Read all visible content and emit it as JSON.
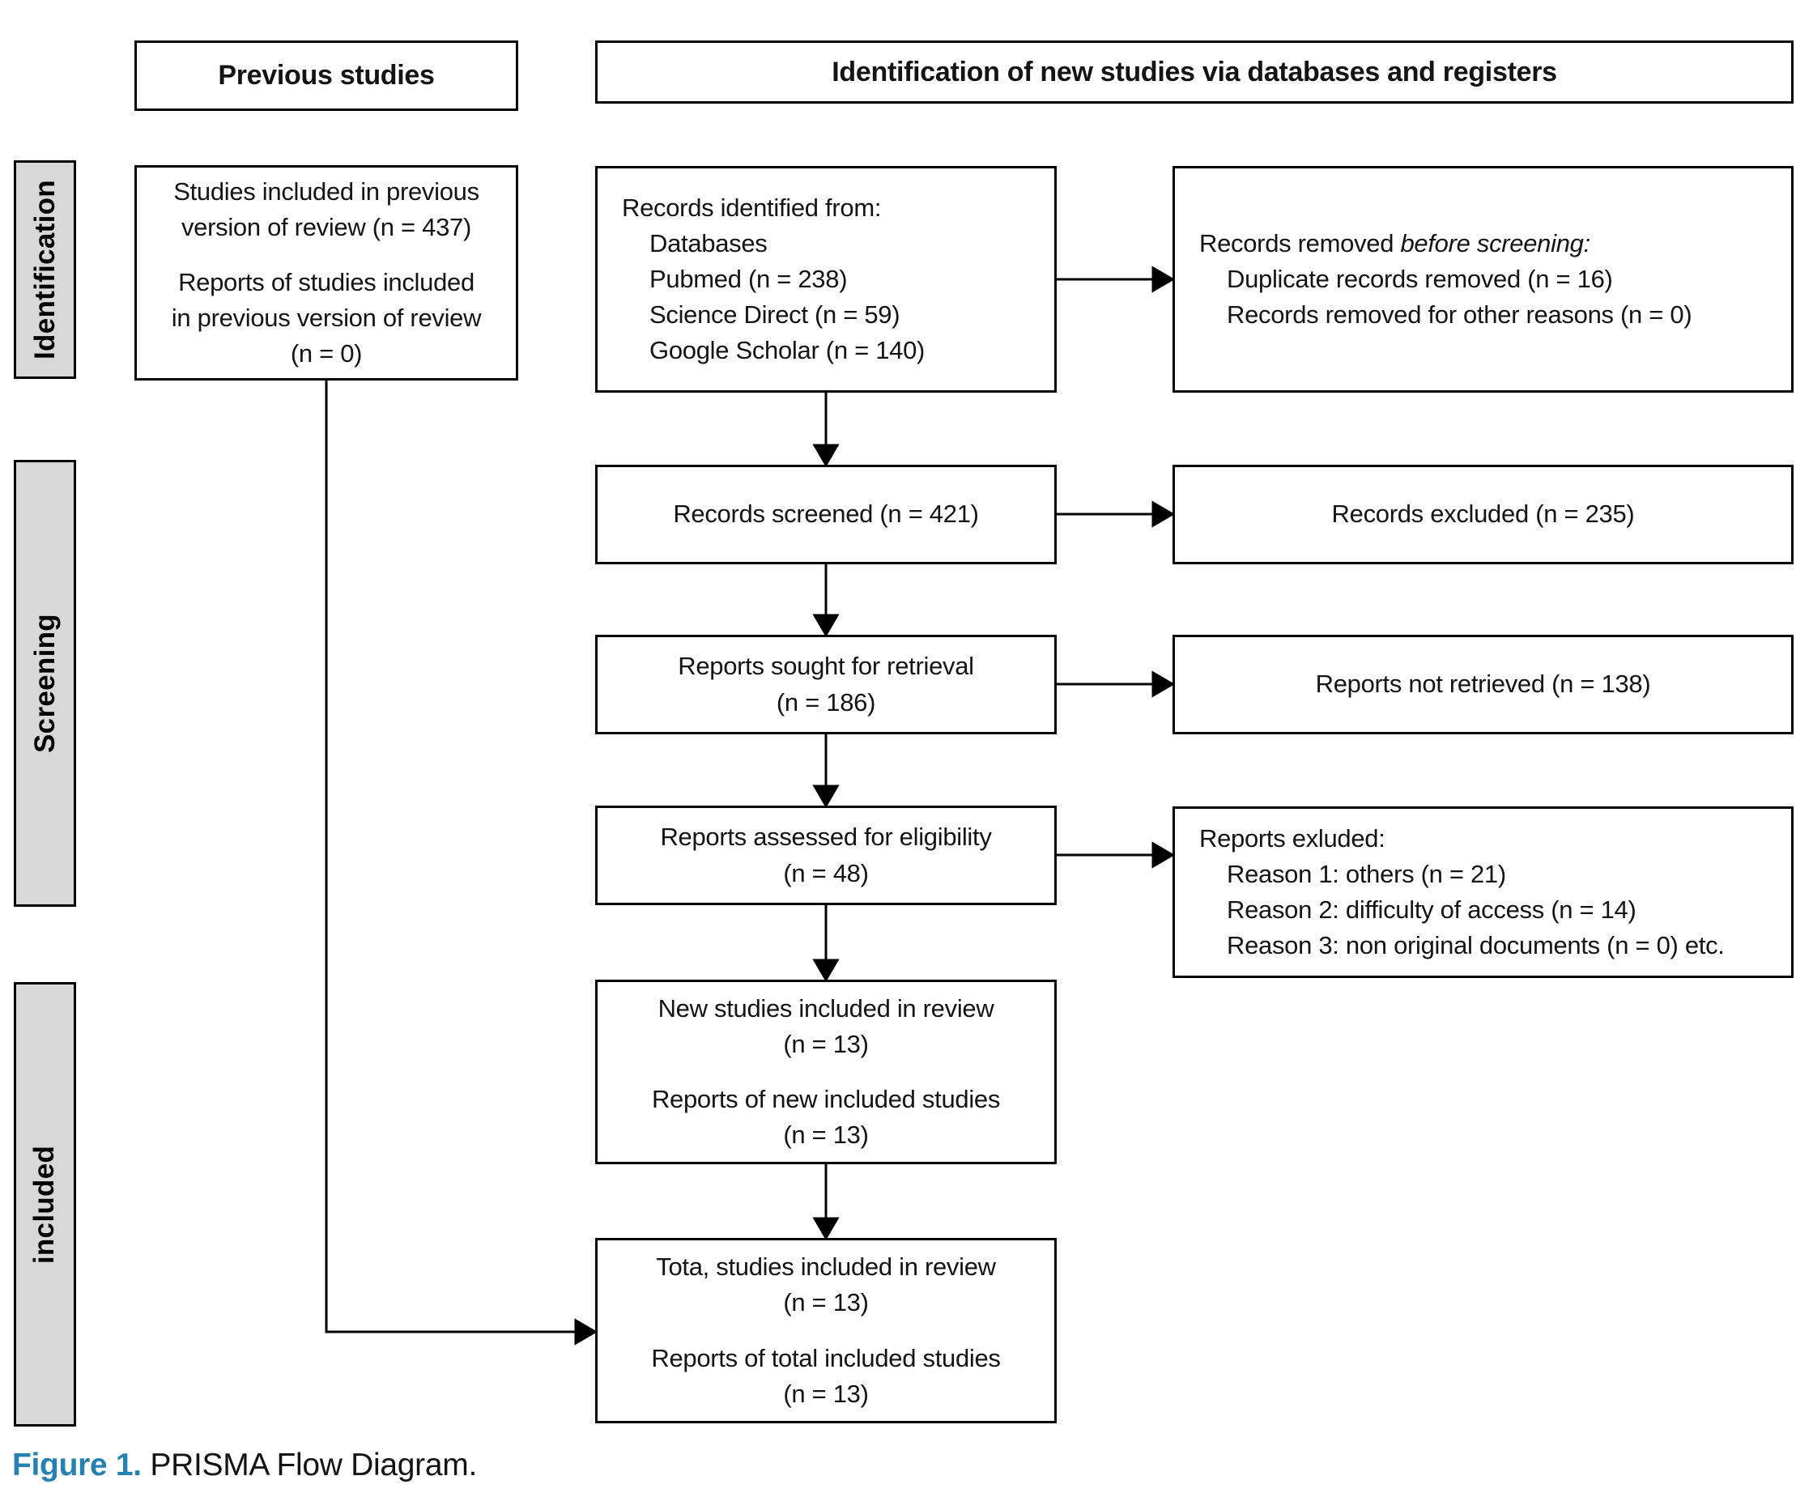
{
  "figure": {
    "caption_label": "Figure 1.",
    "caption_text": "PRISMA Flow Diagram."
  },
  "colors": {
    "caption_blue": "#2481b2",
    "sidebar_fill": "#d8d8d8",
    "line_color": "#000000"
  },
  "headers": {
    "previous": "Previous studies",
    "identification_new": "Identification of new studies via databases and registers"
  },
  "sidebar": {
    "identification": "Identification",
    "screening": "Screening",
    "included": "included"
  },
  "boxes": {
    "previous_studies": {
      "para1": [
        "Studies included in previous",
        "version of review (n = 437)"
      ],
      "para2": [
        "Reports of studies included",
        "in previous version of review",
        "(n = 0)"
      ]
    },
    "records_identified": {
      "title": "Records identified from:",
      "items": [
        "Databases",
        "Pubmed (n = 238)",
        "Science Direct (n = 59)",
        "Google Scholar (n = 140)"
      ]
    },
    "records_removed": {
      "title_plain": "Records removed ",
      "title_italic": "before screening:",
      "items": [
        "Duplicate records removed (n = 16)",
        "Records removed for other reasons (n = 0)"
      ]
    },
    "records_screened": "Records screened (n = 421)",
    "records_excluded": "Records excluded (n = 235)",
    "reports_sought": [
      "Reports sought for retrieval",
      "(n = 186)"
    ],
    "reports_not_retrieved": "Reports not retrieved (n = 138)",
    "reports_assessed": [
      "Reports assessed for eligibility",
      "(n = 48)"
    ],
    "reports_excluded": {
      "title": "Reports exluded:",
      "items": [
        "Reason 1: others (n = 21)",
        "Reason 2: difficulty of access (n = 14)",
        "Reason 3: non original documents (n = 0) etc."
      ]
    },
    "new_studies": {
      "para1": [
        "New studies included in review",
        "(n = 13)"
      ],
      "para2": [
        "Reports of new included studies",
        "(n = 13)"
      ]
    },
    "total_studies": {
      "para1": [
        "Tota, studies included in review",
        "(n = 13)"
      ],
      "para2": [
        "Reports of total included studies",
        "(n = 13)"
      ]
    }
  }
}
